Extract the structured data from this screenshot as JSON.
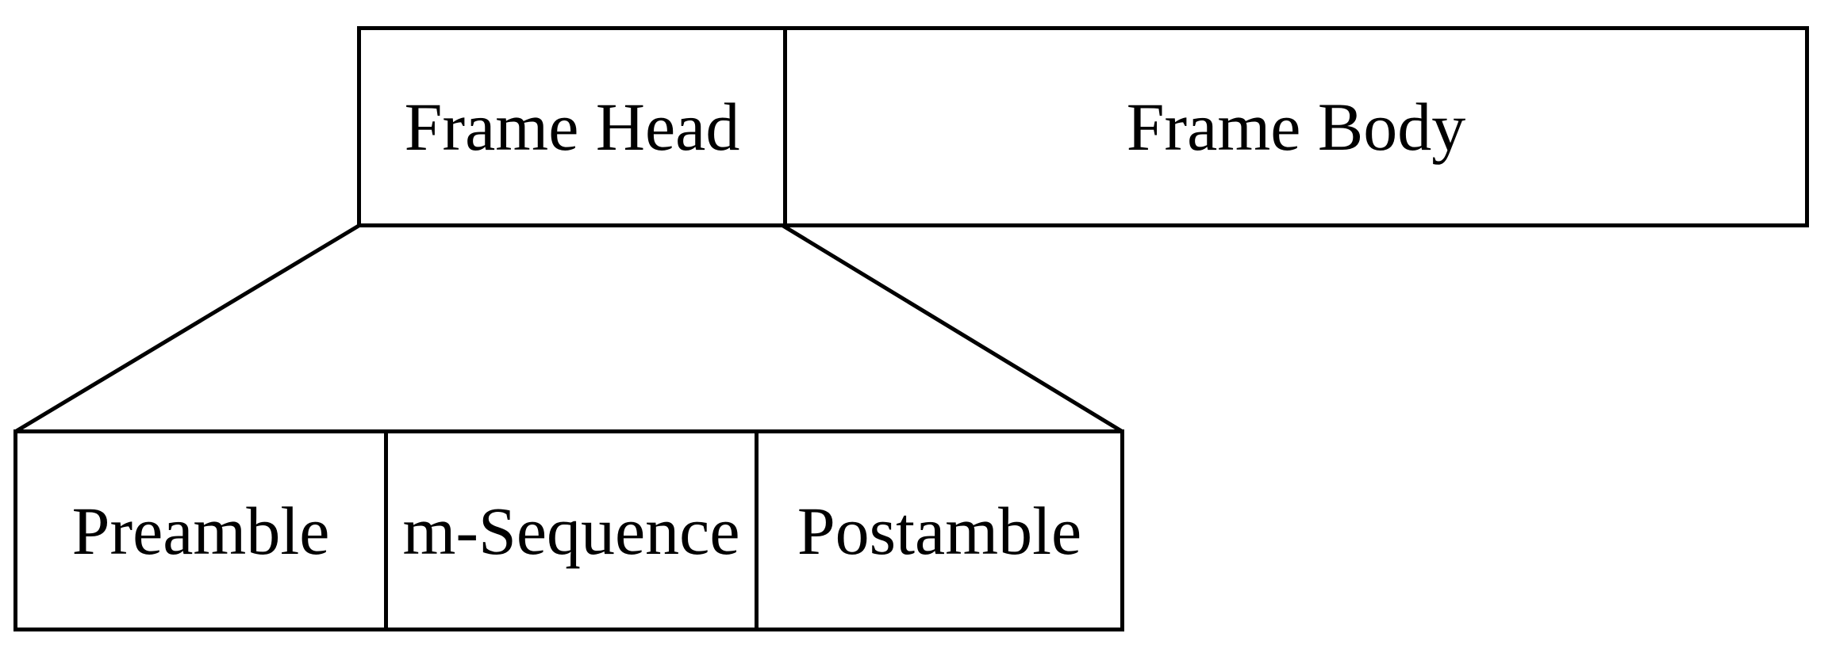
{
  "diagram": {
    "type": "frame-structure",
    "colors": {
      "background": "#ffffff",
      "line": "#000000",
      "text": "#000000"
    },
    "top_row": [
      {
        "label": "Frame Head"
      },
      {
        "label": "Frame Body"
      }
    ],
    "frame_head_fields": [
      {
        "label": "Preamble"
      },
      {
        "label": "m-Sequence"
      },
      {
        "label": "Postamble"
      }
    ]
  }
}
